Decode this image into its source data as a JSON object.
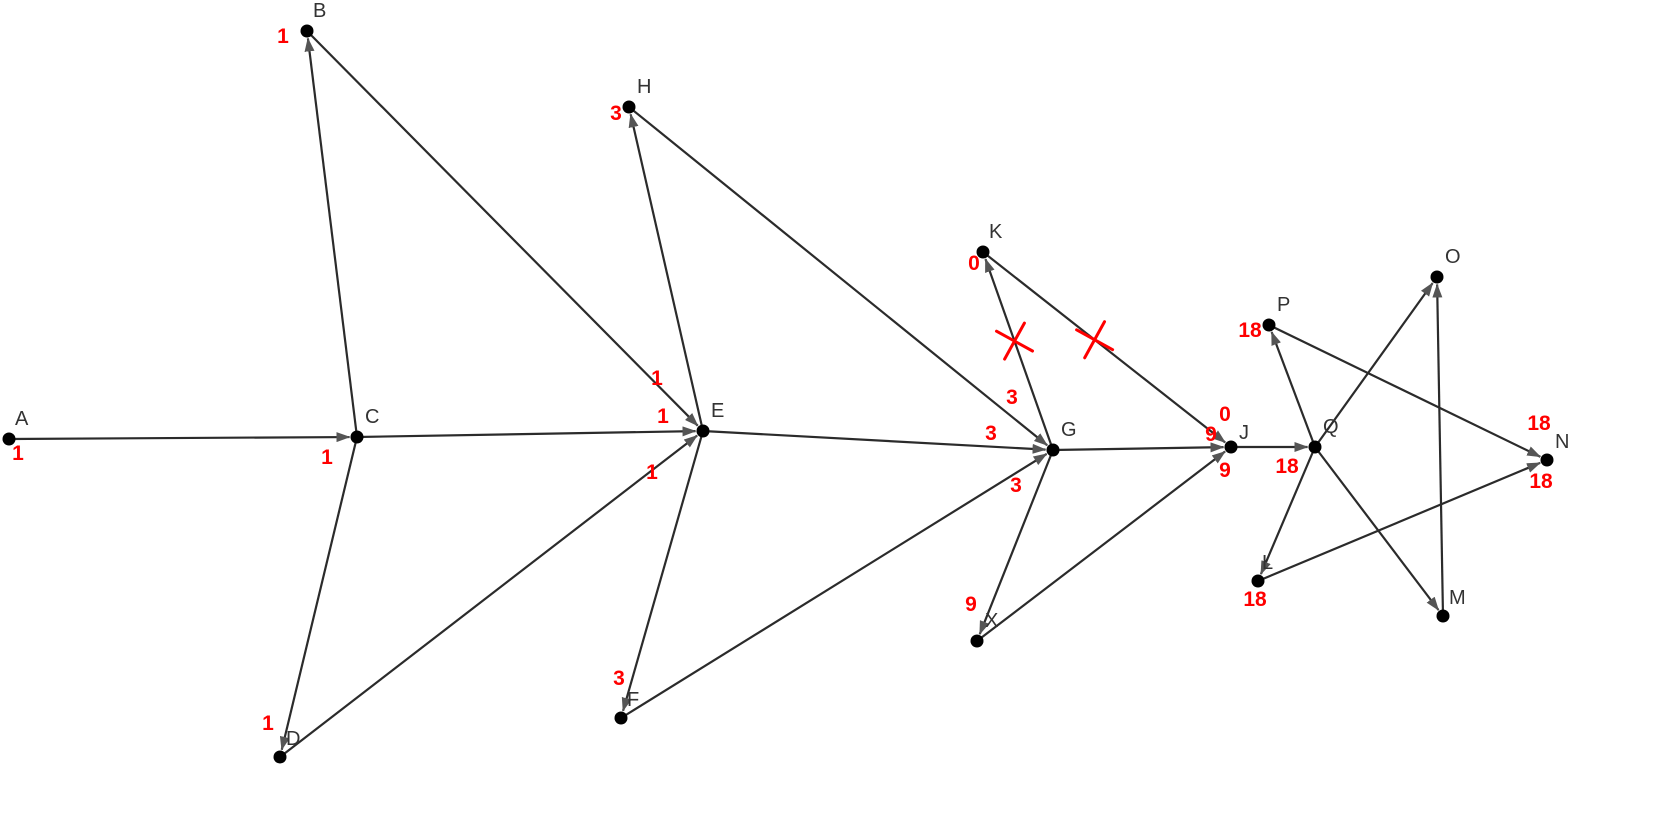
{
  "colors": {
    "edge": "#2b2b2b",
    "node": "#000000",
    "label": "#333333",
    "weight": "#ff0000",
    "cross": "#ff0000"
  },
  "nodes": [
    {
      "id": "A",
      "label": "A",
      "weight": "1"
    },
    {
      "id": "B",
      "label": "B",
      "weight": "1"
    },
    {
      "id": "C",
      "label": "C",
      "weight": "1"
    },
    {
      "id": "D",
      "label": "D",
      "weight": "1"
    },
    {
      "id": "E",
      "label": "E",
      "weight": "1"
    },
    {
      "id": "F",
      "label": "F",
      "weight": "3"
    },
    {
      "id": "H",
      "label": "H",
      "weight": "3"
    },
    {
      "id": "G",
      "label": "G",
      "weight": "3"
    },
    {
      "id": "K",
      "label": "K",
      "weight": "0"
    },
    {
      "id": "X",
      "label": "X",
      "weight": "9"
    },
    {
      "id": "J",
      "label": "J",
      "weight": "0"
    },
    {
      "id": "Q",
      "label": "Q",
      "weight": "18"
    },
    {
      "id": "P",
      "label": "P",
      "weight": "18"
    },
    {
      "id": "L",
      "label": "L",
      "weight": "18"
    },
    {
      "id": "O",
      "label": "O",
      "weight": ""
    },
    {
      "id": "M",
      "label": "M",
      "weight": ""
    },
    {
      "id": "N",
      "label": "N",
      "weight": "18"
    }
  ],
  "edges": [
    {
      "from": "A",
      "to": "C",
      "weight": "",
      "crossed": false
    },
    {
      "from": "C",
      "to": "B",
      "weight": "",
      "crossed": false
    },
    {
      "from": "B",
      "to": "E",
      "weight": "1",
      "crossed": false
    },
    {
      "from": "C",
      "to": "E",
      "weight": "1",
      "crossed": false
    },
    {
      "from": "C",
      "to": "D",
      "weight": "",
      "crossed": false
    },
    {
      "from": "D",
      "to": "E",
      "weight": "1",
      "crossed": false
    },
    {
      "from": "E",
      "to": "H",
      "weight": "",
      "crossed": false
    },
    {
      "from": "E",
      "to": "F",
      "weight": "",
      "crossed": false
    },
    {
      "from": "E",
      "to": "G",
      "weight": "3",
      "crossed": false
    },
    {
      "from": "H",
      "to": "G",
      "weight": "",
      "crossed": false
    },
    {
      "from": "F",
      "to": "G",
      "weight": "3",
      "crossed": false
    },
    {
      "from": "G",
      "to": "K",
      "weight": "3",
      "crossed": true
    },
    {
      "from": "K",
      "to": "J",
      "weight": "",
      "crossed": true
    },
    {
      "from": "G",
      "to": "X",
      "weight": "",
      "crossed": false
    },
    {
      "from": "G",
      "to": "J",
      "weight": "9",
      "crossed": false
    },
    {
      "from": "X",
      "to": "J",
      "weight": "9",
      "crossed": false
    },
    {
      "from": "J",
      "to": "Q",
      "weight": "",
      "crossed": false
    },
    {
      "from": "Q",
      "to": "P",
      "weight": "",
      "crossed": false
    },
    {
      "from": "Q",
      "to": "O",
      "weight": "",
      "crossed": false
    },
    {
      "from": "Q",
      "to": "L",
      "weight": "",
      "crossed": false
    },
    {
      "from": "Q",
      "to": "M",
      "weight": "",
      "crossed": false
    },
    {
      "from": "M",
      "to": "O",
      "weight": "",
      "crossed": false
    },
    {
      "from": "P",
      "to": "N",
      "weight": "18",
      "crossed": false
    },
    {
      "from": "L",
      "to": "N",
      "weight": "18",
      "crossed": false
    }
  ]
}
